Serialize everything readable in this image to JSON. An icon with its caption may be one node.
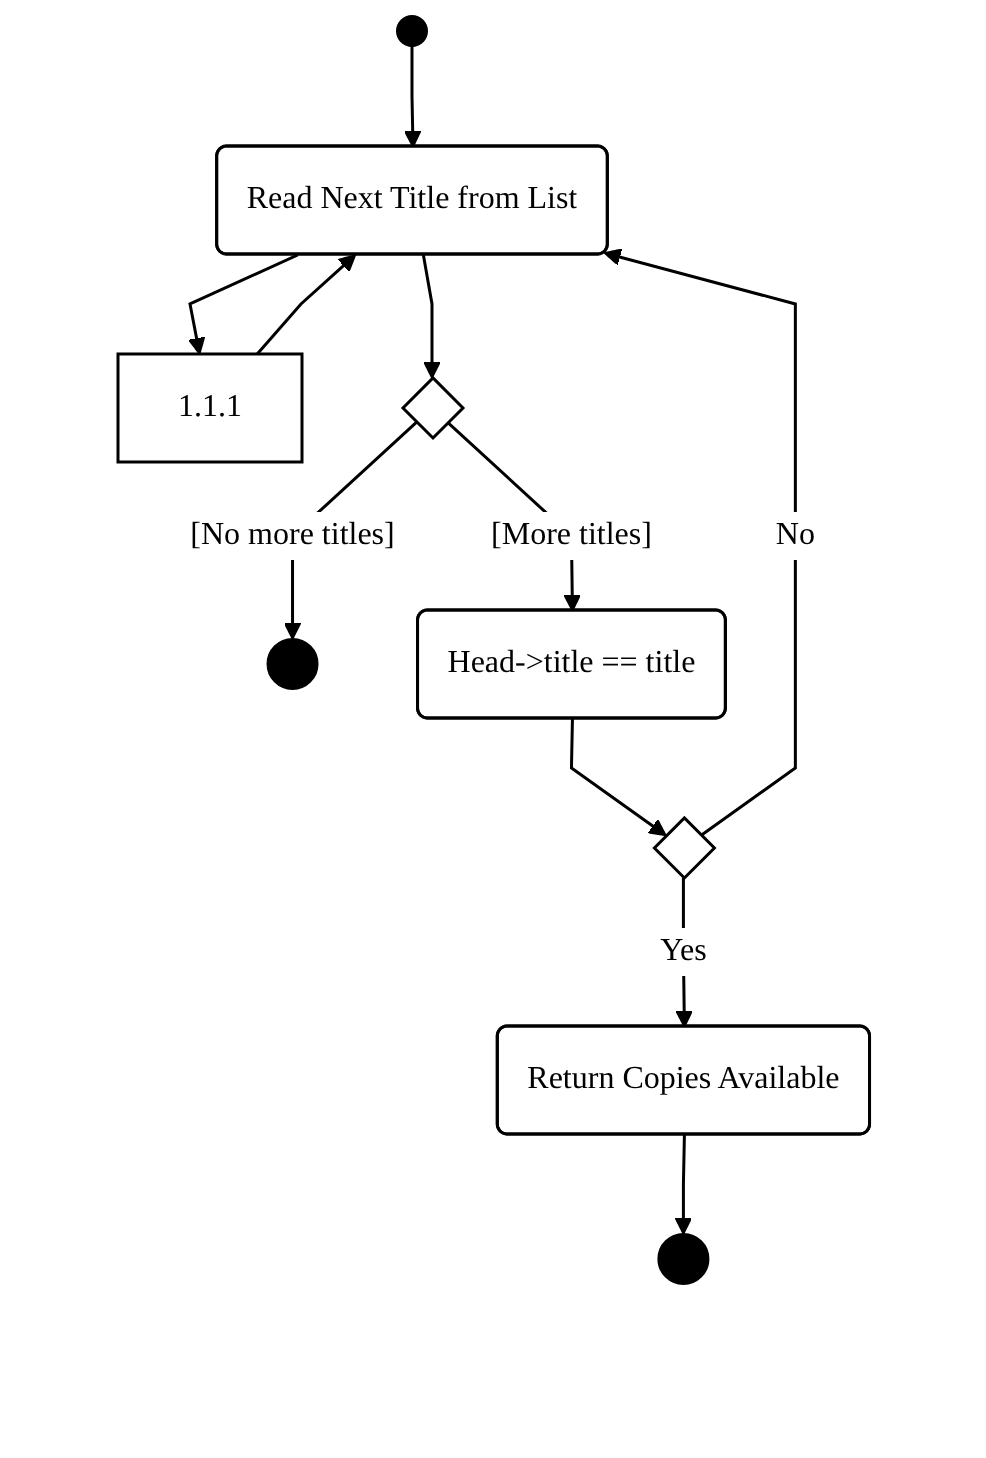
{
  "diagram": {
    "nodes": [
      {
        "text": [],
        "shape": "circle"
      },
      {
        "text": [
          "Read Next Title from List"
        ]
      },
      {
        "text": [
          "1.1.1"
        ]
      },
      {
        "text": [],
        "shape": "diamond"
      },
      {
        "text": [],
        "shape": "circle"
      },
      {
        "text": [
          "Head->title == title"
        ]
      },
      {
        "text": [],
        "shape": "diamond"
      },
      {
        "text": [
          "Return Copies Available"
        ]
      },
      {
        "text": [],
        "shape": "circle"
      }
    ],
    "edges": [
      {
        "from": 0,
        "to": 1,
        "arrow": "to"
      },
      {
        "from": 1,
        "to": 2,
        "arrow": "to"
      },
      {
        "from": 2,
        "to": 1,
        "arrow": "to"
      },
      {
        "from": 1,
        "to": 3,
        "arrow": "to"
      },
      {
        "from": 3,
        "to": 4,
        "arrow": "to",
        "label": "[No more titles]"
      },
      {
        "from": 3,
        "to": 5,
        "arrow": "to",
        "label": "[More titles]"
      },
      {
        "from": 5,
        "to": 6,
        "arrow": "to"
      },
      {
        "from": 6,
        "to": 1,
        "arrow": "to",
        "label": "No"
      },
      {
        "from": 6,
        "to": 7,
        "arrow": "to",
        "label": "Yes"
      },
      {
        "from": 7,
        "to": 8,
        "arrow": "to"
      }
    ]
  }
}
